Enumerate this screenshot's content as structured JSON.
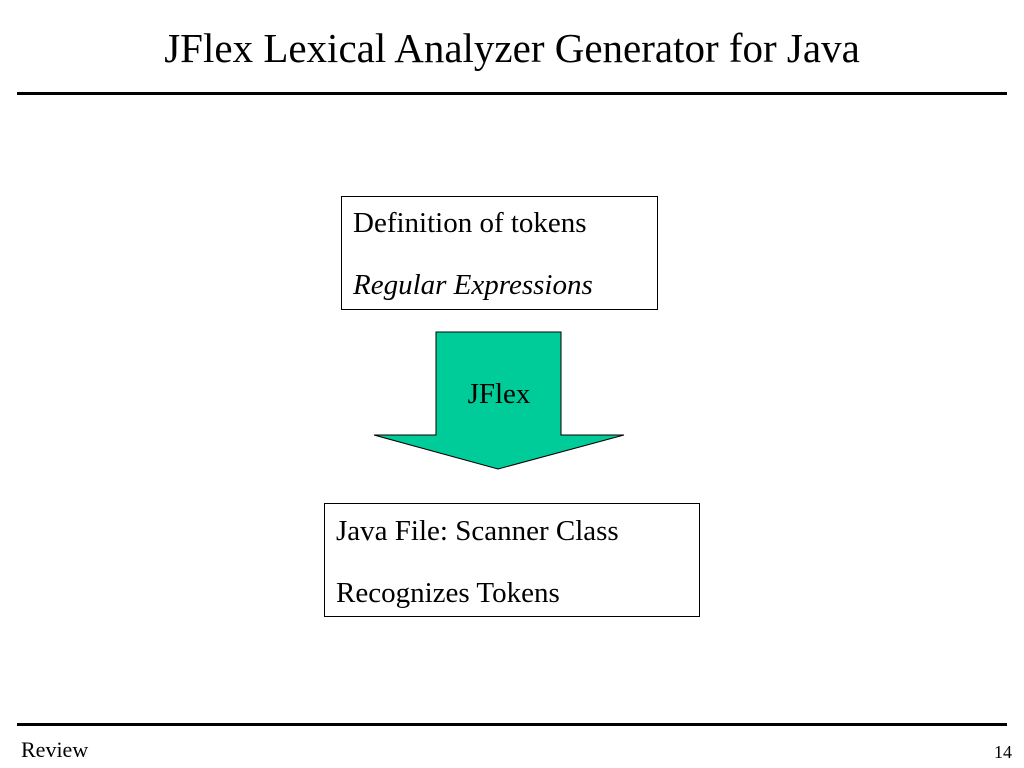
{
  "slide": {
    "title": "JFlex Lexical Analyzer Generator for Java"
  },
  "diagram": {
    "input_box": {
      "line1": "Definition of tokens",
      "line2": "Regular Expressions"
    },
    "arrow": {
      "label": "JFlex",
      "fill_color": "#00CC99"
    },
    "output_box": {
      "line1": "Java File: Scanner Class",
      "line2": "Recognizes Tokens"
    }
  },
  "footer": {
    "section": "Review",
    "page_number": "14"
  }
}
